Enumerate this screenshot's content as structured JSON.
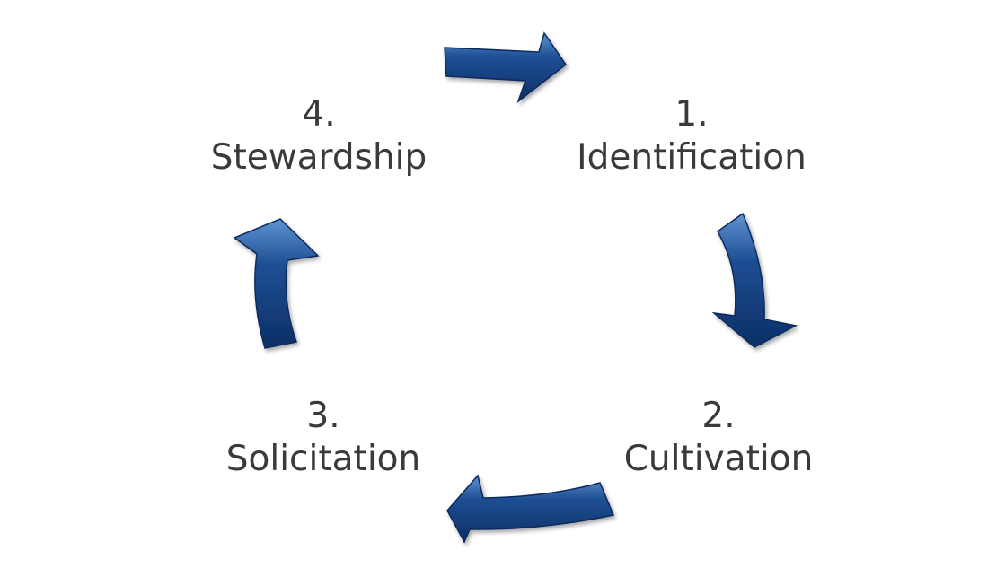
{
  "steps": [
    {
      "number": "1.",
      "label": "Identification"
    },
    {
      "number": "2.",
      "label": "Cultivation"
    },
    {
      "number": "3.",
      "label": "Solicitation"
    },
    {
      "number": "4.",
      "label": "Stewardship"
    }
  ],
  "arrows": [
    {
      "from": "4. Stewardship",
      "to": "1. Identification"
    },
    {
      "from": "1. Identification",
      "to": "2. Cultivation"
    },
    {
      "from": "2. Cultivation",
      "to": "3. Solicitation"
    },
    {
      "from": "3. Solicitation",
      "to": "4. Stewardship"
    }
  ],
  "colors": {
    "arrow_fill": "#1e4f93",
    "arrow_dark": "#0c2f66",
    "arrow_light": "#4b82c5",
    "text": "#3a3a3a"
  }
}
